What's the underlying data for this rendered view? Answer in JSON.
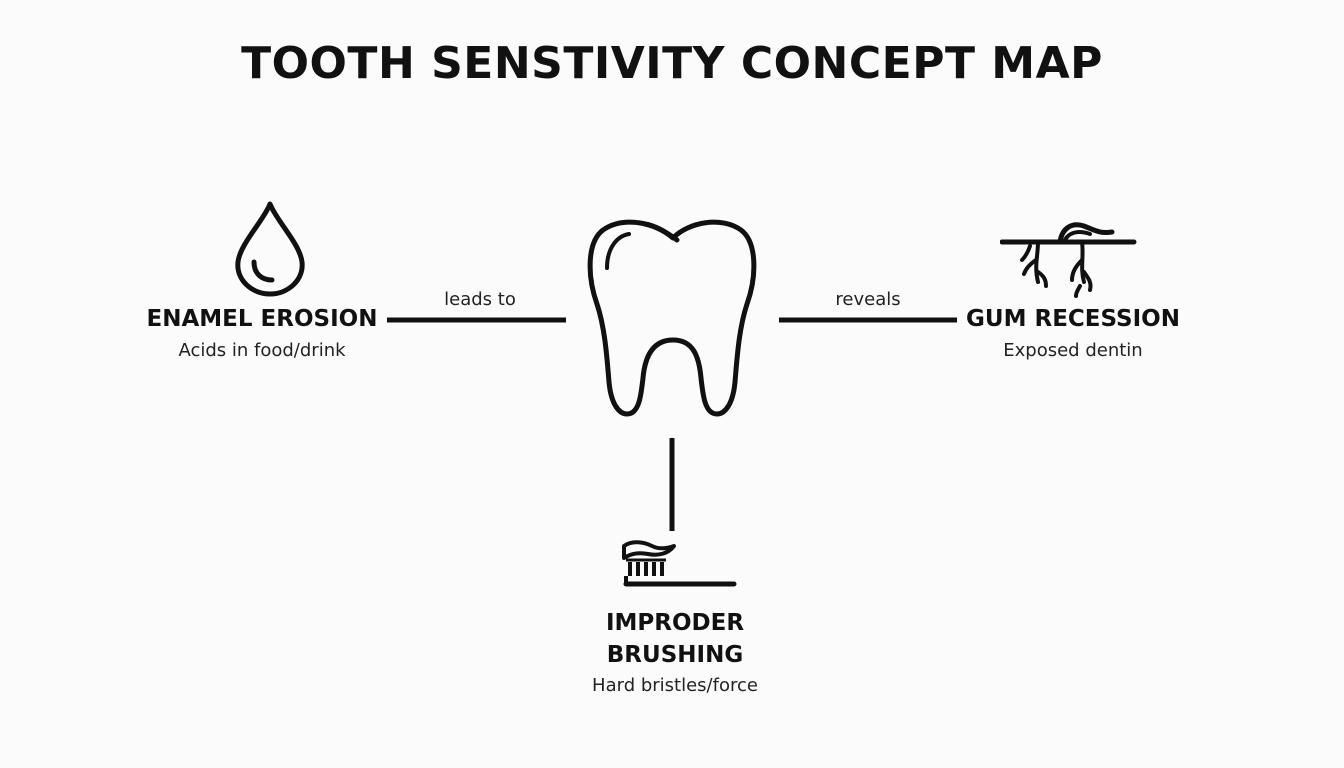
{
  "title": "TOOTH SENSTIVITY CONCEPT MAP",
  "center": {
    "icon": "tooth-icon"
  },
  "nodes": {
    "enamel": {
      "icon": "water-drop-icon",
      "title": "ENAMEL EROSION",
      "subtitle": "Acids in food/drink"
    },
    "gum": {
      "icon": "gum-roots-icon",
      "title": "GUM RECESSION",
      "subtitle": "Exposed dentin"
    },
    "brushing": {
      "icon": "toothbrush-icon",
      "title_line1": "IMPRODER",
      "title_line2": "BRUSHING",
      "subtitle": "Hard bristles/force"
    }
  },
  "edges": {
    "left_label": "leads to",
    "right_label": "reveals"
  }
}
